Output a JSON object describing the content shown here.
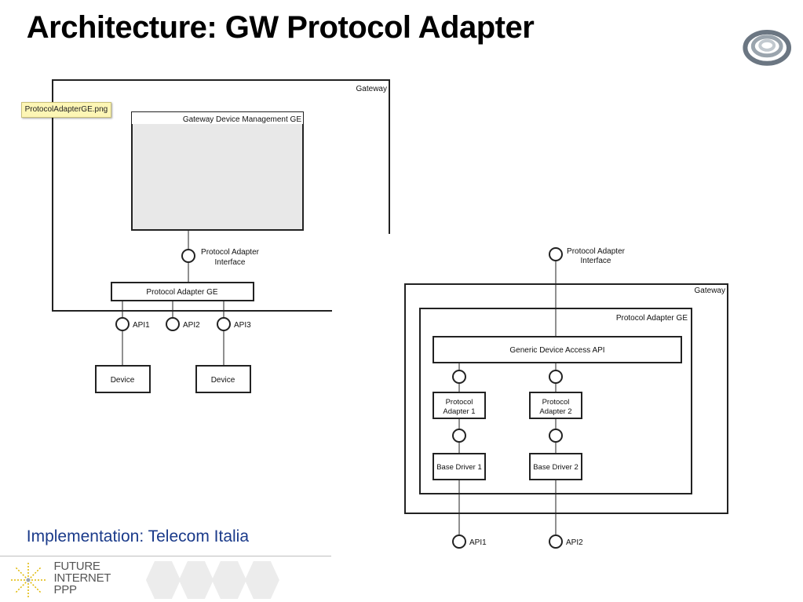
{
  "title": "Architecture: GW Protocol Adapter",
  "tooltip": "ProtocolAdapterGE.png",
  "footer": {
    "implementation": "Implementation: Telecom Italia",
    "brand_lines": [
      "FUTURE",
      "INTERNET",
      "PPP"
    ]
  },
  "colors": {
    "title": "#000000",
    "implementation": "#1a3a8a",
    "line": "#222222",
    "gray_box": "#e8e8e8",
    "tooltip_bg": "#fdf6b5"
  },
  "icons": [
    "fi-ware-swirl-icon",
    "starburst-icon",
    "hexagon-pattern-icon"
  ],
  "left_diagram": {
    "gateway": "Gateway",
    "management": "Gateway Device Management GE",
    "interface": [
      "Protocol Adapter",
      "Interface"
    ],
    "adapter": "Protocol Adapter GE",
    "apis": [
      "API1",
      "API2",
      "API3"
    ],
    "devices": [
      "Device",
      "Device"
    ]
  },
  "right_diagram": {
    "interface": [
      "Protocol Adapter",
      "Interface"
    ],
    "gateway": "Gateway",
    "adapter": "Protocol Adapter GE",
    "generic_api": "Generic Device Access API",
    "adapters": [
      [
        "Protocol",
        "Adapter 1"
      ],
      [
        "Protocol",
        "Adapter 2"
      ]
    ],
    "drivers": [
      "Base Driver 1",
      "Base Driver 2"
    ],
    "apis": [
      "API1",
      "API2"
    ]
  }
}
